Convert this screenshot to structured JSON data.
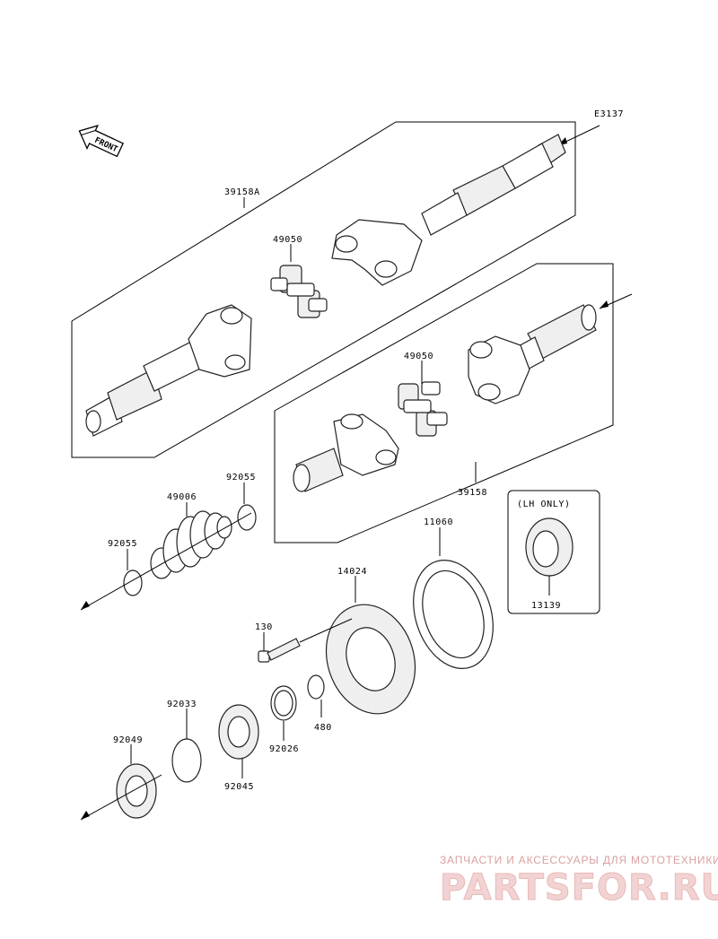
{
  "diagram_code": "E3137",
  "front_label": "FRONT",
  "lh_only_label": "(LH ONLY)",
  "parts": {
    "p39158A": "39158A",
    "p49050_upper": "49050",
    "p49050_lower": "49050",
    "p39158": "39158",
    "p49006": "49006",
    "p92055_upper": "92055",
    "p92055_lower": "92055",
    "p11060": "11060",
    "p14024": "14024",
    "p13139": "13139",
    "p130": "130",
    "p92033": "92033",
    "p480": "480",
    "p92026": "92026",
    "p92049": "92049",
    "p92045": "92045"
  },
  "watermark": {
    "line1": "ЗАПЧАСТИ И АКСЕССУАРЫ ДЛЯ МОТОТЕХНИКИ",
    "line2": "PARTSFOR.RU"
  }
}
